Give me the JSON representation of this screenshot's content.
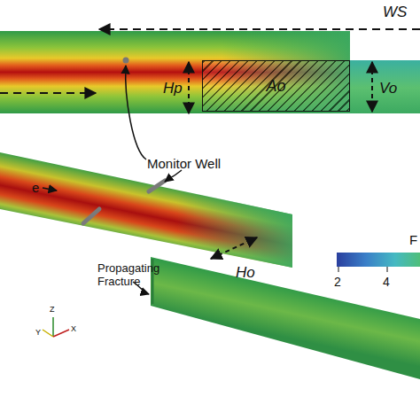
{
  "diagram": {
    "nodes": [
      {
        "text": [
          "Ao"
        ]
      }
    ],
    "labels": [
      "WS",
      "Hp",
      "Vo",
      "Monitor Well",
      "e",
      "Propagating Fracture",
      "Ho",
      "2",
      "4",
      "F",
      "Z",
      "Y",
      "X"
    ]
  }
}
